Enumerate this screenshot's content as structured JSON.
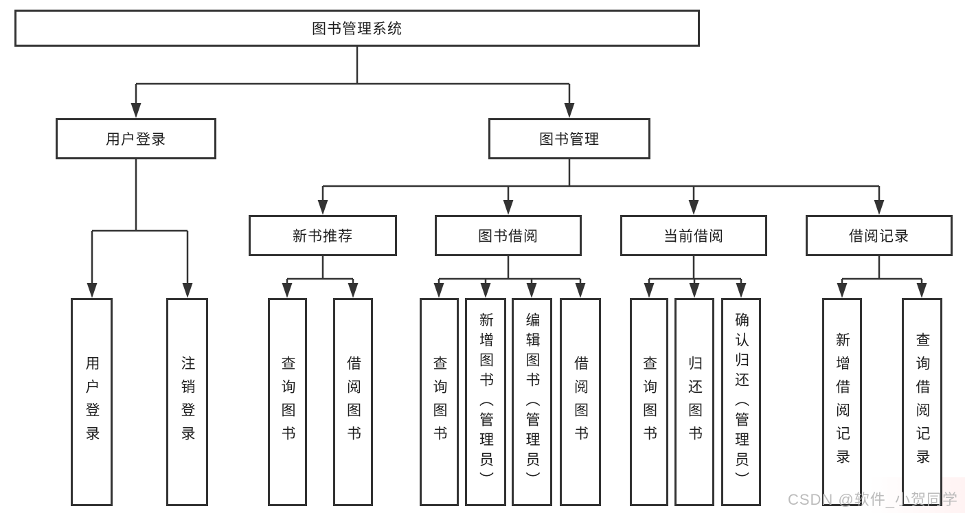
{
  "watermark": "CSDN @软件_小贺同学",
  "colors": {
    "line": "#333333",
    "box_border": "#333333",
    "box_background": "#ffffff",
    "label_text": "#1f1f1f",
    "watermark_text": "#b9b9b9"
  },
  "diagram": {
    "type": "function-tree",
    "root": {
      "label": "图书管理系统",
      "children": [
        {
          "label": "用户登录",
          "children": [
            {
              "label": "用户登录"
            },
            {
              "label": "注销登录"
            }
          ]
        },
        {
          "label": "图书管理",
          "children": [
            {
              "label": "新书推荐",
              "children": [
                {
                  "label": "查询图书"
                },
                {
                  "label": "借阅图书"
                }
              ]
            },
            {
              "label": "图书借阅",
              "children": [
                {
                  "label": "查询图书"
                },
                {
                  "label": "新增图书（管理员）"
                },
                {
                  "label": "编辑图书（管理员）"
                },
                {
                  "label": "借阅图书"
                }
              ]
            },
            {
              "label": "当前借阅",
              "children": [
                {
                  "label": "查询图书"
                },
                {
                  "label": "归还图书"
                },
                {
                  "label": "确认归还（管理员）"
                }
              ]
            },
            {
              "label": "借阅记录",
              "children": [
                {
                  "label": "新增借阅记录"
                },
                {
                  "label": "查询借阅记录"
                }
              ]
            }
          ]
        }
      ]
    }
  }
}
